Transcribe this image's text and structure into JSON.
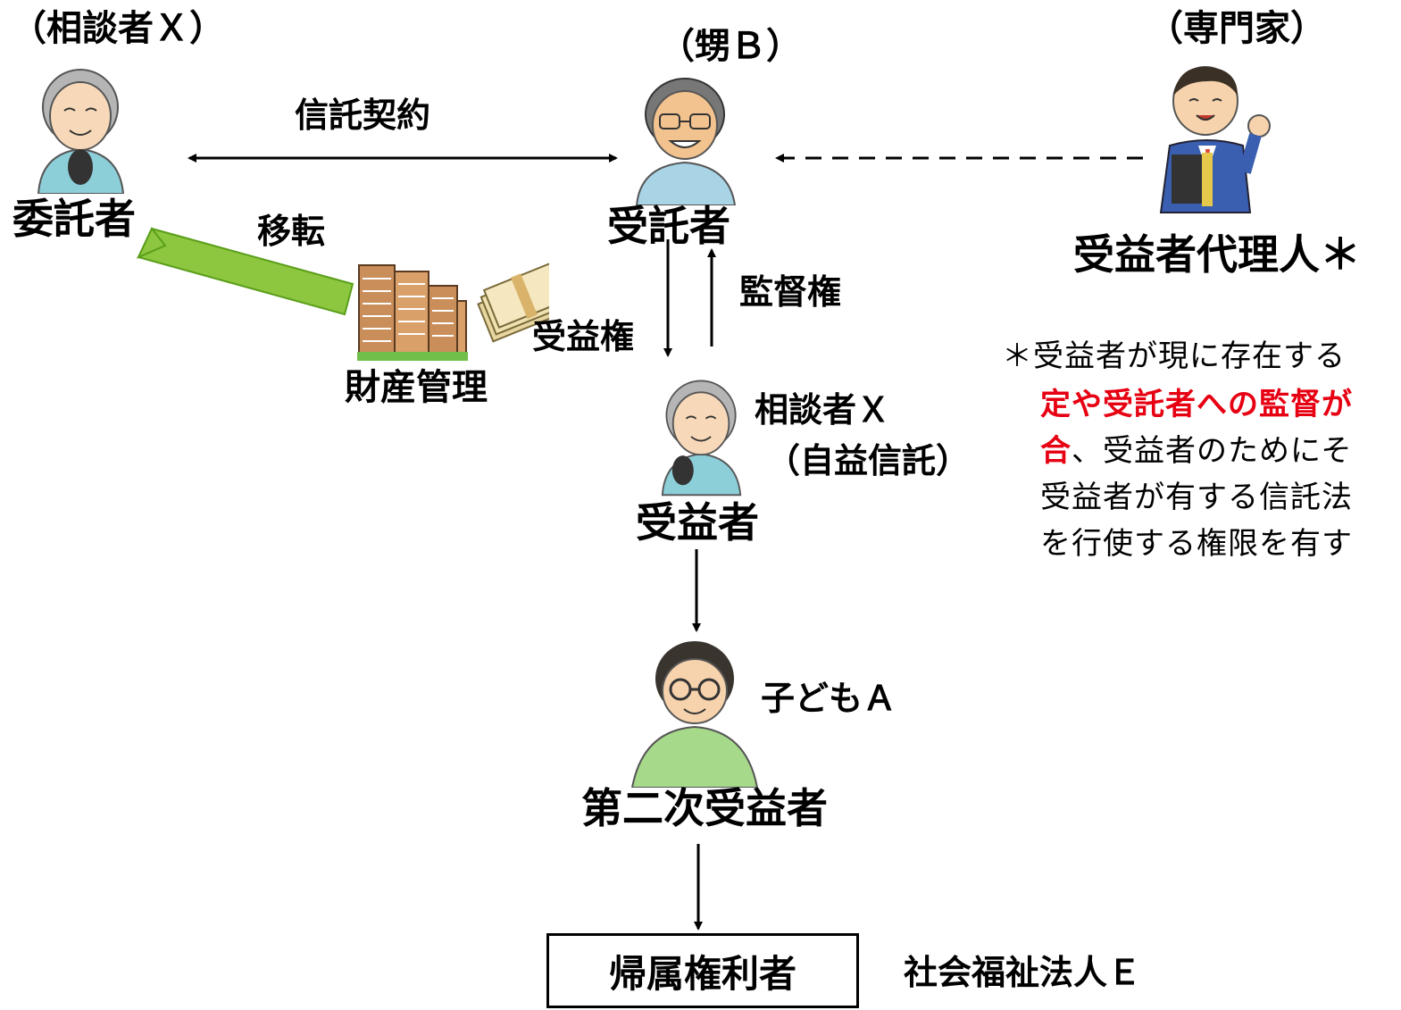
{
  "labels": {
    "settlor_role": "（相談者Ｘ）",
    "trustee_role": "（甥Ｂ）",
    "expert_role": "（専門家）",
    "trust_contract": "信託契約",
    "settlor": "委託者",
    "trustee": "受託者",
    "beneficiary_agent": "受益者代理人＊",
    "transfer": "移転",
    "supervision_right": "監督権",
    "beneficial_interest": "受益権",
    "property_management": "財産管理",
    "beneficiary_person": "相談者Ｘ",
    "self_benefit_trust": "（自益信託）",
    "beneficiary": "受益者",
    "child": "子どもＡ",
    "second_beneficiary": "第二次受益者",
    "residual_holder": "帰属権利者",
    "welfare_corp": "社会福祉法人Ｅ"
  },
  "note": {
    "line1": "＊受益者が現に存在する",
    "line2_red": "定や受託者への監督が",
    "line3_red": "合",
    "line3_rest": "、受益者のためにそ",
    "line4": "受益者が有する信託法",
    "line5": "を行使する権限を有す"
  },
  "colors": {
    "arrow": "#000000",
    "transfer_arrow_fill": "#8dc63f",
    "transfer_arrow_stroke": "#5a9e1a",
    "note_red": "#e60012"
  }
}
